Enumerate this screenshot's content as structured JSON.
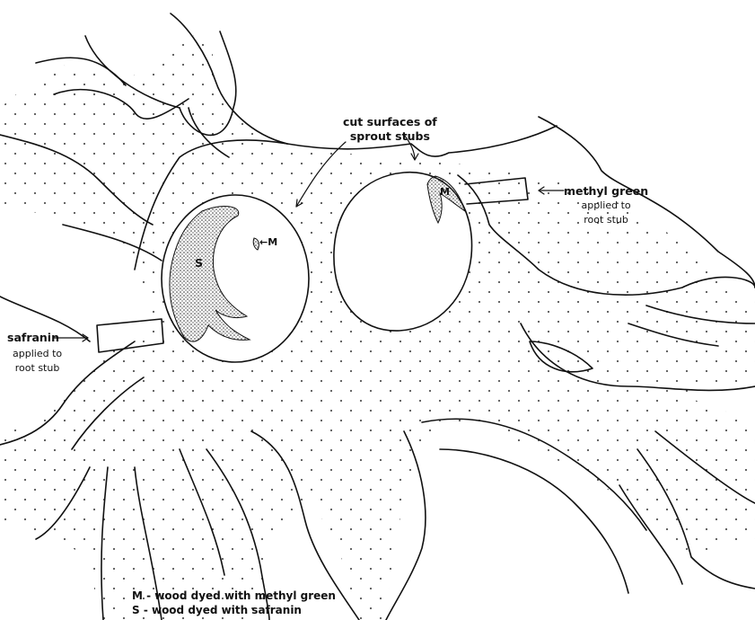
{
  "labels": {
    "cut_surfaces": [
      "cut surfaces of",
      "sprout stubs"
    ],
    "methyl_green": [
      "methyl green",
      "applied to",
      "root stub"
    ],
    "safranin": [
      "safranin",
      "applied to",
      "root stub"
    ],
    "stain_s": "S",
    "stain_m": "M",
    "stain_m_pointer": "←M"
  },
  "legend": [
    "M - wood dyed with methyl green",
    "S - wood dyed with safranin"
  ],
  "colors": {
    "ink": "#111111",
    "stipple": "#555555",
    "background": "#ffffff"
  }
}
